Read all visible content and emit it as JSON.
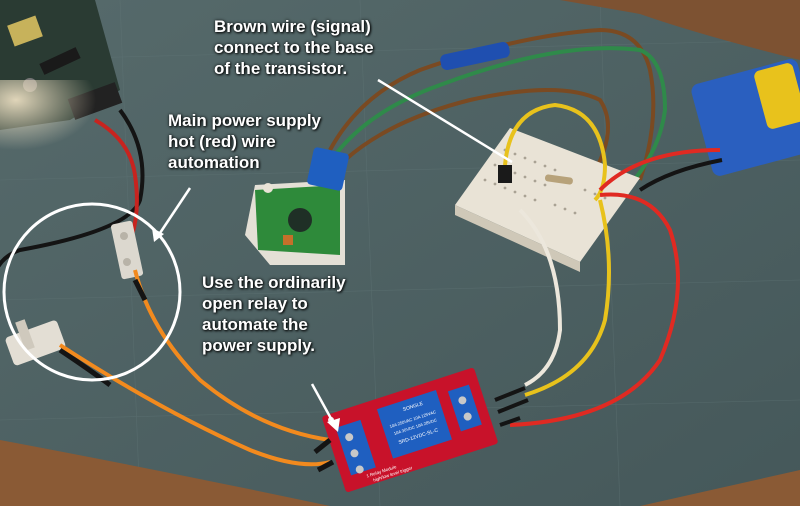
{
  "annotations": {
    "signal_wire": "Brown wire (signal)\nconnect to the base\nof the transistor.",
    "power_supply": "Main power supply\nhot (red) wire\nautomation",
    "relay": "Use the ordinarily\nopen relay to\nautomate the\npower supply."
  },
  "relay_module": {
    "brand_line": "SONGLE",
    "ratings_line1": "10A 250VAC  10A 125VAC",
    "ratings_line2": "10A 30VDC   10A 28VDC",
    "model": "SRD-12VDC-SL-C",
    "footer_line1": "1 Relay Module",
    "footer_line2": "high/low level trigger"
  },
  "colors": {
    "mat": "#4f6364",
    "table": "#8a5a35",
    "wire_red": "#e02a22",
    "wire_orange": "#f28a1e",
    "wire_yellow": "#e8c21c",
    "wire_brown": "#7a4a22",
    "wire_green": "#2f8a4a",
    "wire_white": "#ece7dc",
    "wire_black": "#141414",
    "relay_board": "#c8122a",
    "relay_block": "#1f5fc0",
    "pir_board": "#2e8a3a",
    "breadboard": "#e9e3d6",
    "annotation_text": "#ffffff"
  }
}
